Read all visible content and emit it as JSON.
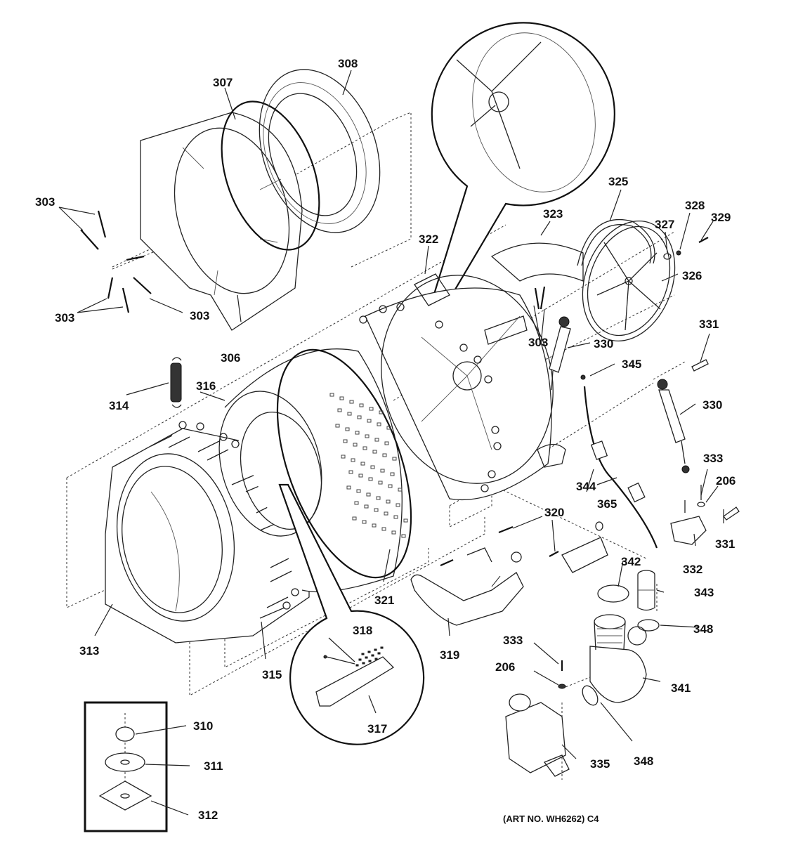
{
  "diagram": {
    "title": "Washer tub, basket and drive exploded parts view",
    "art_number": "(ART NO. WH6262) C4",
    "parts": [
      {
        "id": "p303a",
        "number": "303"
      },
      {
        "id": "p303b",
        "number": "303"
      },
      {
        "id": "p303c",
        "number": "303"
      },
      {
        "id": "p303d",
        "number": "303"
      },
      {
        "id": "p306",
        "number": "306"
      },
      {
        "id": "p307",
        "number": "307"
      },
      {
        "id": "p308",
        "number": "308"
      },
      {
        "id": "p310",
        "number": "310"
      },
      {
        "id": "p311",
        "number": "311"
      },
      {
        "id": "p312",
        "number": "312"
      },
      {
        "id": "p313",
        "number": "313"
      },
      {
        "id": "p314",
        "number": "314"
      },
      {
        "id": "p315",
        "number": "315"
      },
      {
        "id": "p316",
        "number": "316"
      },
      {
        "id": "p317",
        "number": "317"
      },
      {
        "id": "p318",
        "number": "318"
      },
      {
        "id": "p319",
        "number": "319"
      },
      {
        "id": "p320",
        "number": "320"
      },
      {
        "id": "p321",
        "number": "321"
      },
      {
        "id": "p322",
        "number": "322"
      },
      {
        "id": "p323",
        "number": "323"
      },
      {
        "id": "p325",
        "number": "325"
      },
      {
        "id": "p326",
        "number": "326"
      },
      {
        "id": "p327",
        "number": "327"
      },
      {
        "id": "p328",
        "number": "328"
      },
      {
        "id": "p329",
        "number": "329"
      },
      {
        "id": "p330a",
        "number": "330"
      },
      {
        "id": "p330b",
        "number": "330"
      },
      {
        "id": "p331a",
        "number": "331"
      },
      {
        "id": "p331b",
        "number": "331"
      },
      {
        "id": "p332",
        "number": "332"
      },
      {
        "id": "p333a",
        "number": "333"
      },
      {
        "id": "p333b",
        "number": "333"
      },
      {
        "id": "p206a",
        "number": "206"
      },
      {
        "id": "p206b",
        "number": "206"
      },
      {
        "id": "p335",
        "number": "335"
      },
      {
        "id": "p341",
        "number": "341"
      },
      {
        "id": "p342",
        "number": "342"
      },
      {
        "id": "p343",
        "number": "343"
      },
      {
        "id": "p344",
        "number": "344"
      },
      {
        "id": "p345",
        "number": "345"
      },
      {
        "id": "p348a",
        "number": "348"
      },
      {
        "id": "p348b",
        "number": "348"
      },
      {
        "id": "p365",
        "number": "365"
      }
    ]
  }
}
